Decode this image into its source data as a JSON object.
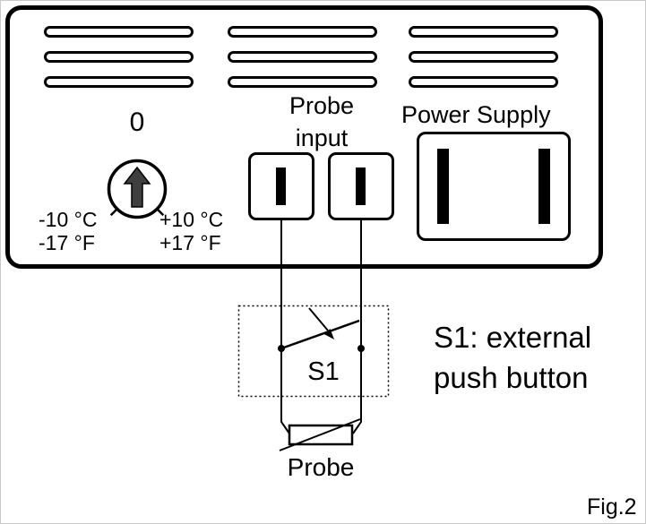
{
  "panel": {
    "dial": {
      "zero": "0",
      "min_c": "-10 °C",
      "min_f": "-17 °F",
      "max_c": "+10 °C",
      "max_f": "+17 °F"
    },
    "probe_input": {
      "line1": "Probe",
      "line2": "input"
    },
    "power_supply": {
      "label": "Power Supply"
    }
  },
  "wiring": {
    "switch_label": "S1",
    "probe_label": "Probe",
    "caption": {
      "line1": "S1: external",
      "line2": "push button"
    }
  },
  "figure_label": "Fig.2",
  "colors": {
    "ink": "#000000",
    "background": "#ffffff",
    "arrow_fill": "#3f3f3f"
  }
}
